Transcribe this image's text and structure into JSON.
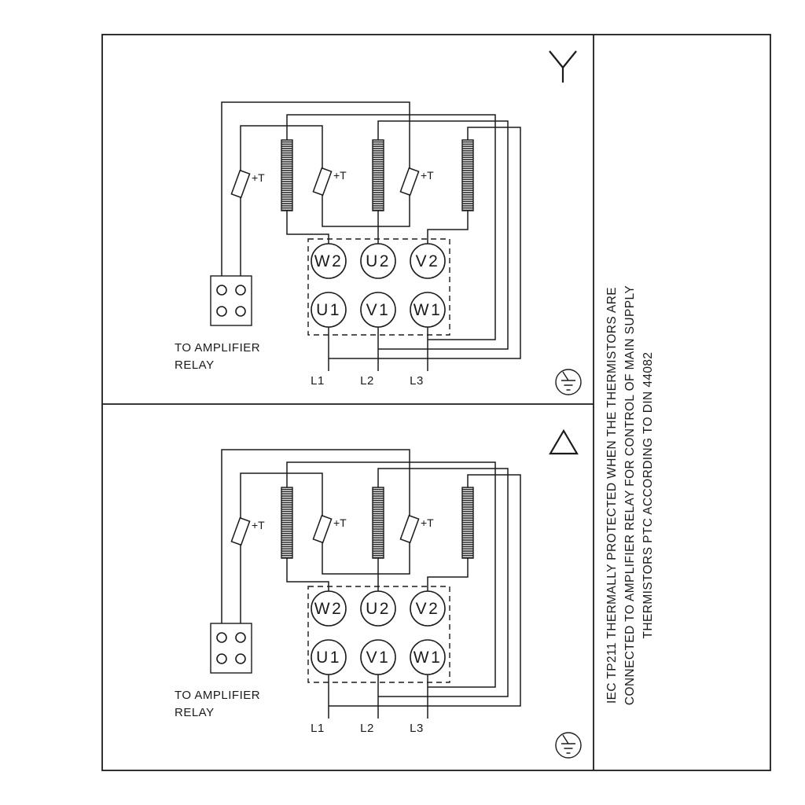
{
  "frame": {
    "background": "#ffffff",
    "line_color": "#1b1b1b"
  },
  "panels": [
    {
      "symbol": "wye"
    },
    {
      "symbol": "delta"
    }
  ],
  "icons": {
    "wye": "star-connection-symbol",
    "delta": "delta-connection-symbol",
    "earth": "protective-earth-symbol",
    "thermistor": "ptc-thermistor-symbol",
    "winding": "motor-winding-symbol"
  },
  "labels": {
    "thermistor": "+T",
    "relay_line1": "TO AMPLIFIER",
    "relay_line2": "RELAY",
    "terminals_top": [
      "W2",
      "U2",
      "V2"
    ],
    "terminals_bottom": [
      "U1",
      "V1",
      "W1"
    ],
    "mains": [
      "L1",
      "L2",
      "L3"
    ]
  },
  "sidebar": {
    "lines": [
      "IEC TP211 THERMALLY PROTECTED WHEN THE THERMISTORS ARE",
      "CONNECTED TO AMPLIFIER RELAY FOR CONTROL OF MAIN SUPPLY",
      "THERMISTORS PTC ACCORDING TO DIN 44082"
    ]
  }
}
